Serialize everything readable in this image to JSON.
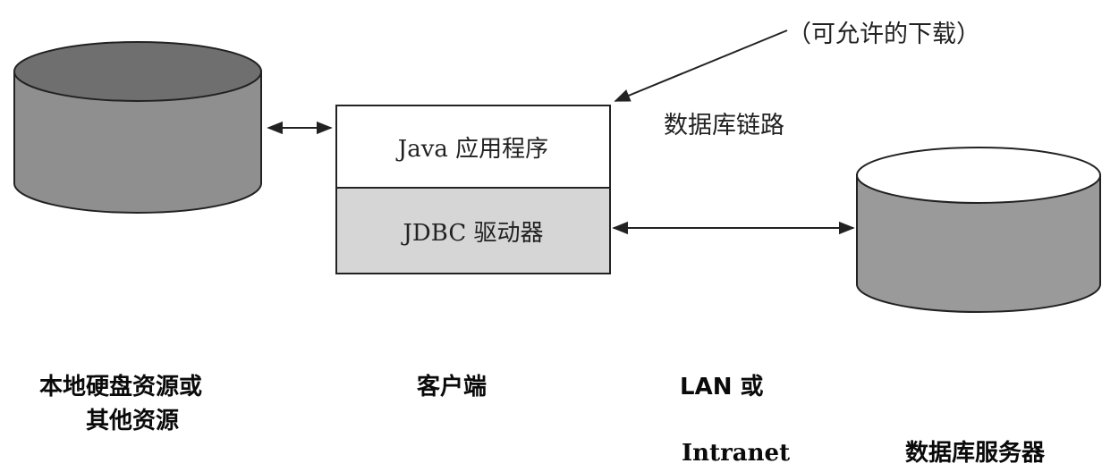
{
  "annotation": {
    "download_note": "（可允许的下载）",
    "db_link": "数据库链路"
  },
  "client": {
    "app_label": "Java 应用程序",
    "driver_label": "JDBC 驱动器"
  },
  "labels": {
    "local_line1": "本地硬盘资源或",
    "local_line2": "其他资源",
    "client": "客户端",
    "network_line1": "LAN 或",
    "network_line2": "Intranet",
    "server": "数据库服务器"
  },
  "colors": {
    "cylinder_gray": "#9a9a9a",
    "driver_fill": "#d6d6d6",
    "outline": "#222222"
  }
}
